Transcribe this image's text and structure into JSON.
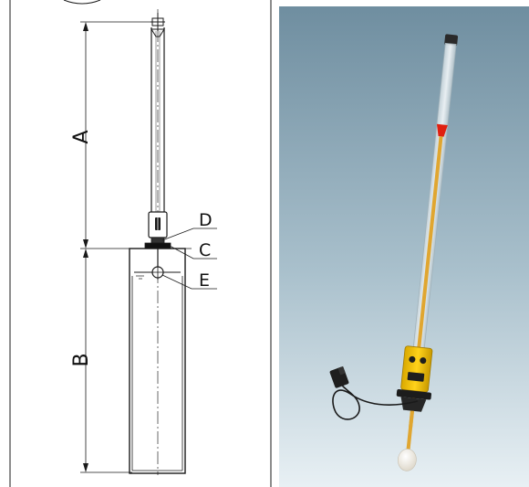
{
  "diagram": {
    "labels": {
      "dimension_a": "A",
      "dimension_b": "B",
      "part_d": "D",
      "part_c": "C",
      "part_e": "E"
    },
    "line_color": "#1a1a1a"
  },
  "photo": {
    "background_top": "#6f8ea0",
    "background_bottom": "#e8f0f4",
    "tube_color": "#e6eef2",
    "rod_color": "#e0a630",
    "indicator_color": "#e02010",
    "housing_color": "#f2c200",
    "flange_color": "#1c1c1c",
    "float_color": "#f4f1ea"
  }
}
